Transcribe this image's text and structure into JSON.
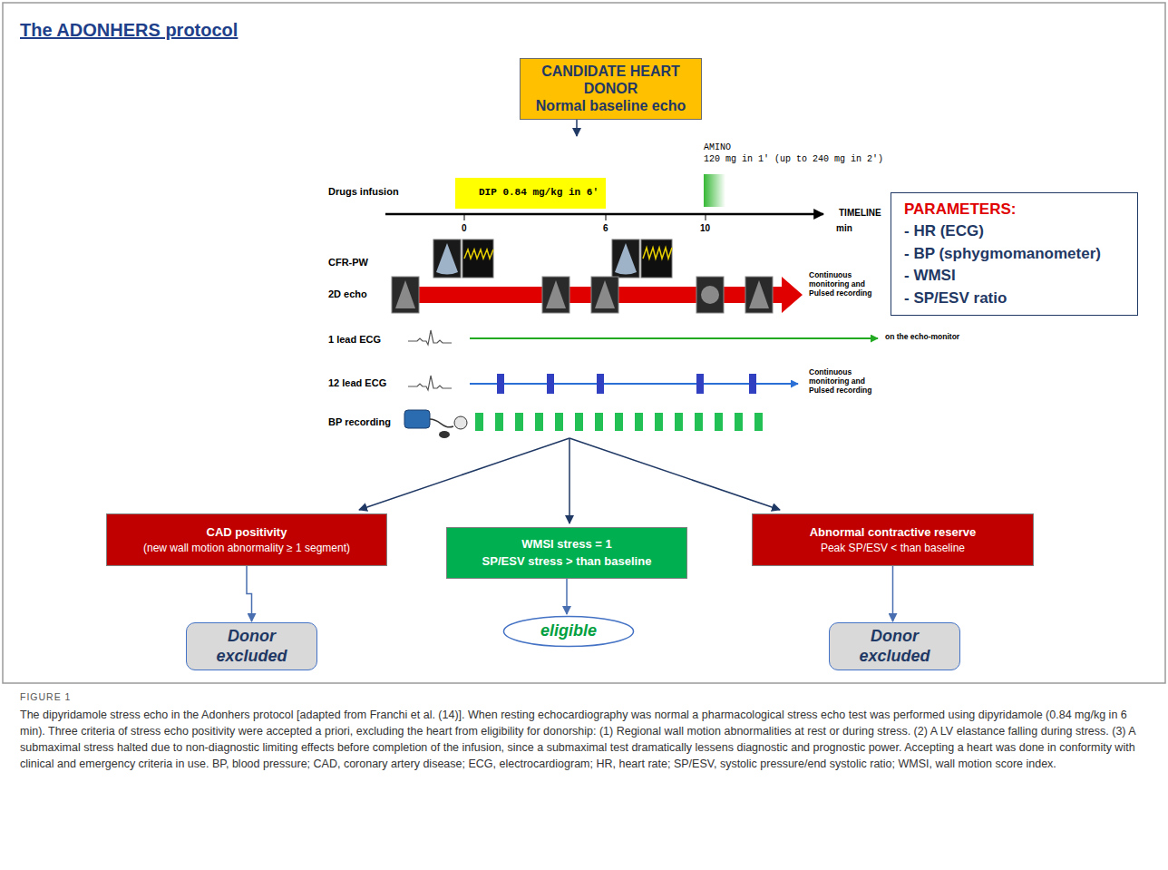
{
  "diagram": {
    "title": "The ADONHERS protocol",
    "caption": "The dipyridamole stress echo in the Adonhers protocol [adapted from Franchi et al. (14)]. When resting echocardiography was normal a pharmacological stress echo test was performed using dipyridamole (0.84 mg/kg in 6 min). Three criteria of stress echo positivity were accepted a priori, excluding the heart from eligibility for donorship: (1) Regional wall motion abnormalities at rest or during stress. (2) A LV elastance falling during stress. (3) A submaximal stress halted due to non-diagnostic limiting effects before completion of the infusion, since a submaximal test dramatically lessens diagnostic and prognostic power. Accepting a heart was done in conformity with clinical and emergency criteria in use. BP, blood pressure; CAD, coronary artery disease; ECG, electrocardiogram; HR, heart rate; SP/ESV, systolic pressure/end systolic ratio; WMSI, wall motion score index.",
    "nodes": [
      {
        "text": [
          "CANDIDATE HEART DONOR",
          "Normal baseline echo"
        ]
      },
      {
        "text": [
          "DIP 0.84 mg/kg in 6'"
        ]
      },
      {
        "text": [
          "PARAMETERS:",
          "- HR (ECG)",
          "- BP (sphygmomanometer)",
          "- WMSI",
          "- SP/ESV ratio"
        ]
      },
      {
        "text": [
          "CAD positivity",
          "(new wall motion abnormality ≥ 1 segment)"
        ]
      },
      {
        "text": [
          "WMSI stress = 1",
          "SP/ESV stress > than baseline"
        ]
      },
      {
        "text": [
          "Abnormal contractive reserve",
          "Peak SP/ESV < than baseline"
        ]
      },
      {
        "text": [
          "Donor excluded"
        ]
      },
      {
        "text": [
          "eligible"
        ]
      },
      {
        "text": [
          "Donor excluded"
        ]
      }
    ],
    "edges": [
      {
        "from": 3,
        "to": 6,
        "arrow": "to"
      },
      {
        "from": 4,
        "to": 7,
        "arrow": "to"
      },
      {
        "from": 5,
        "to": 8,
        "arrow": "to"
      }
    ],
    "labels": [
      "Drugs infusion",
      "AMINO",
      "120 mg in 1' (up to 240 mg in 2')",
      "TIMELINE",
      "0",
      "6",
      "10",
      "min",
      "CFR-PW",
      "2D echo",
      "Continuous monitoring and Pulsed recording",
      "1 lead ECG",
      "on the echo-monitor",
      "12 lead ECG",
      "Continuous monitoring and Pulsed recording",
      "BP recording",
      "FIGURE 1"
    ]
  }
}
